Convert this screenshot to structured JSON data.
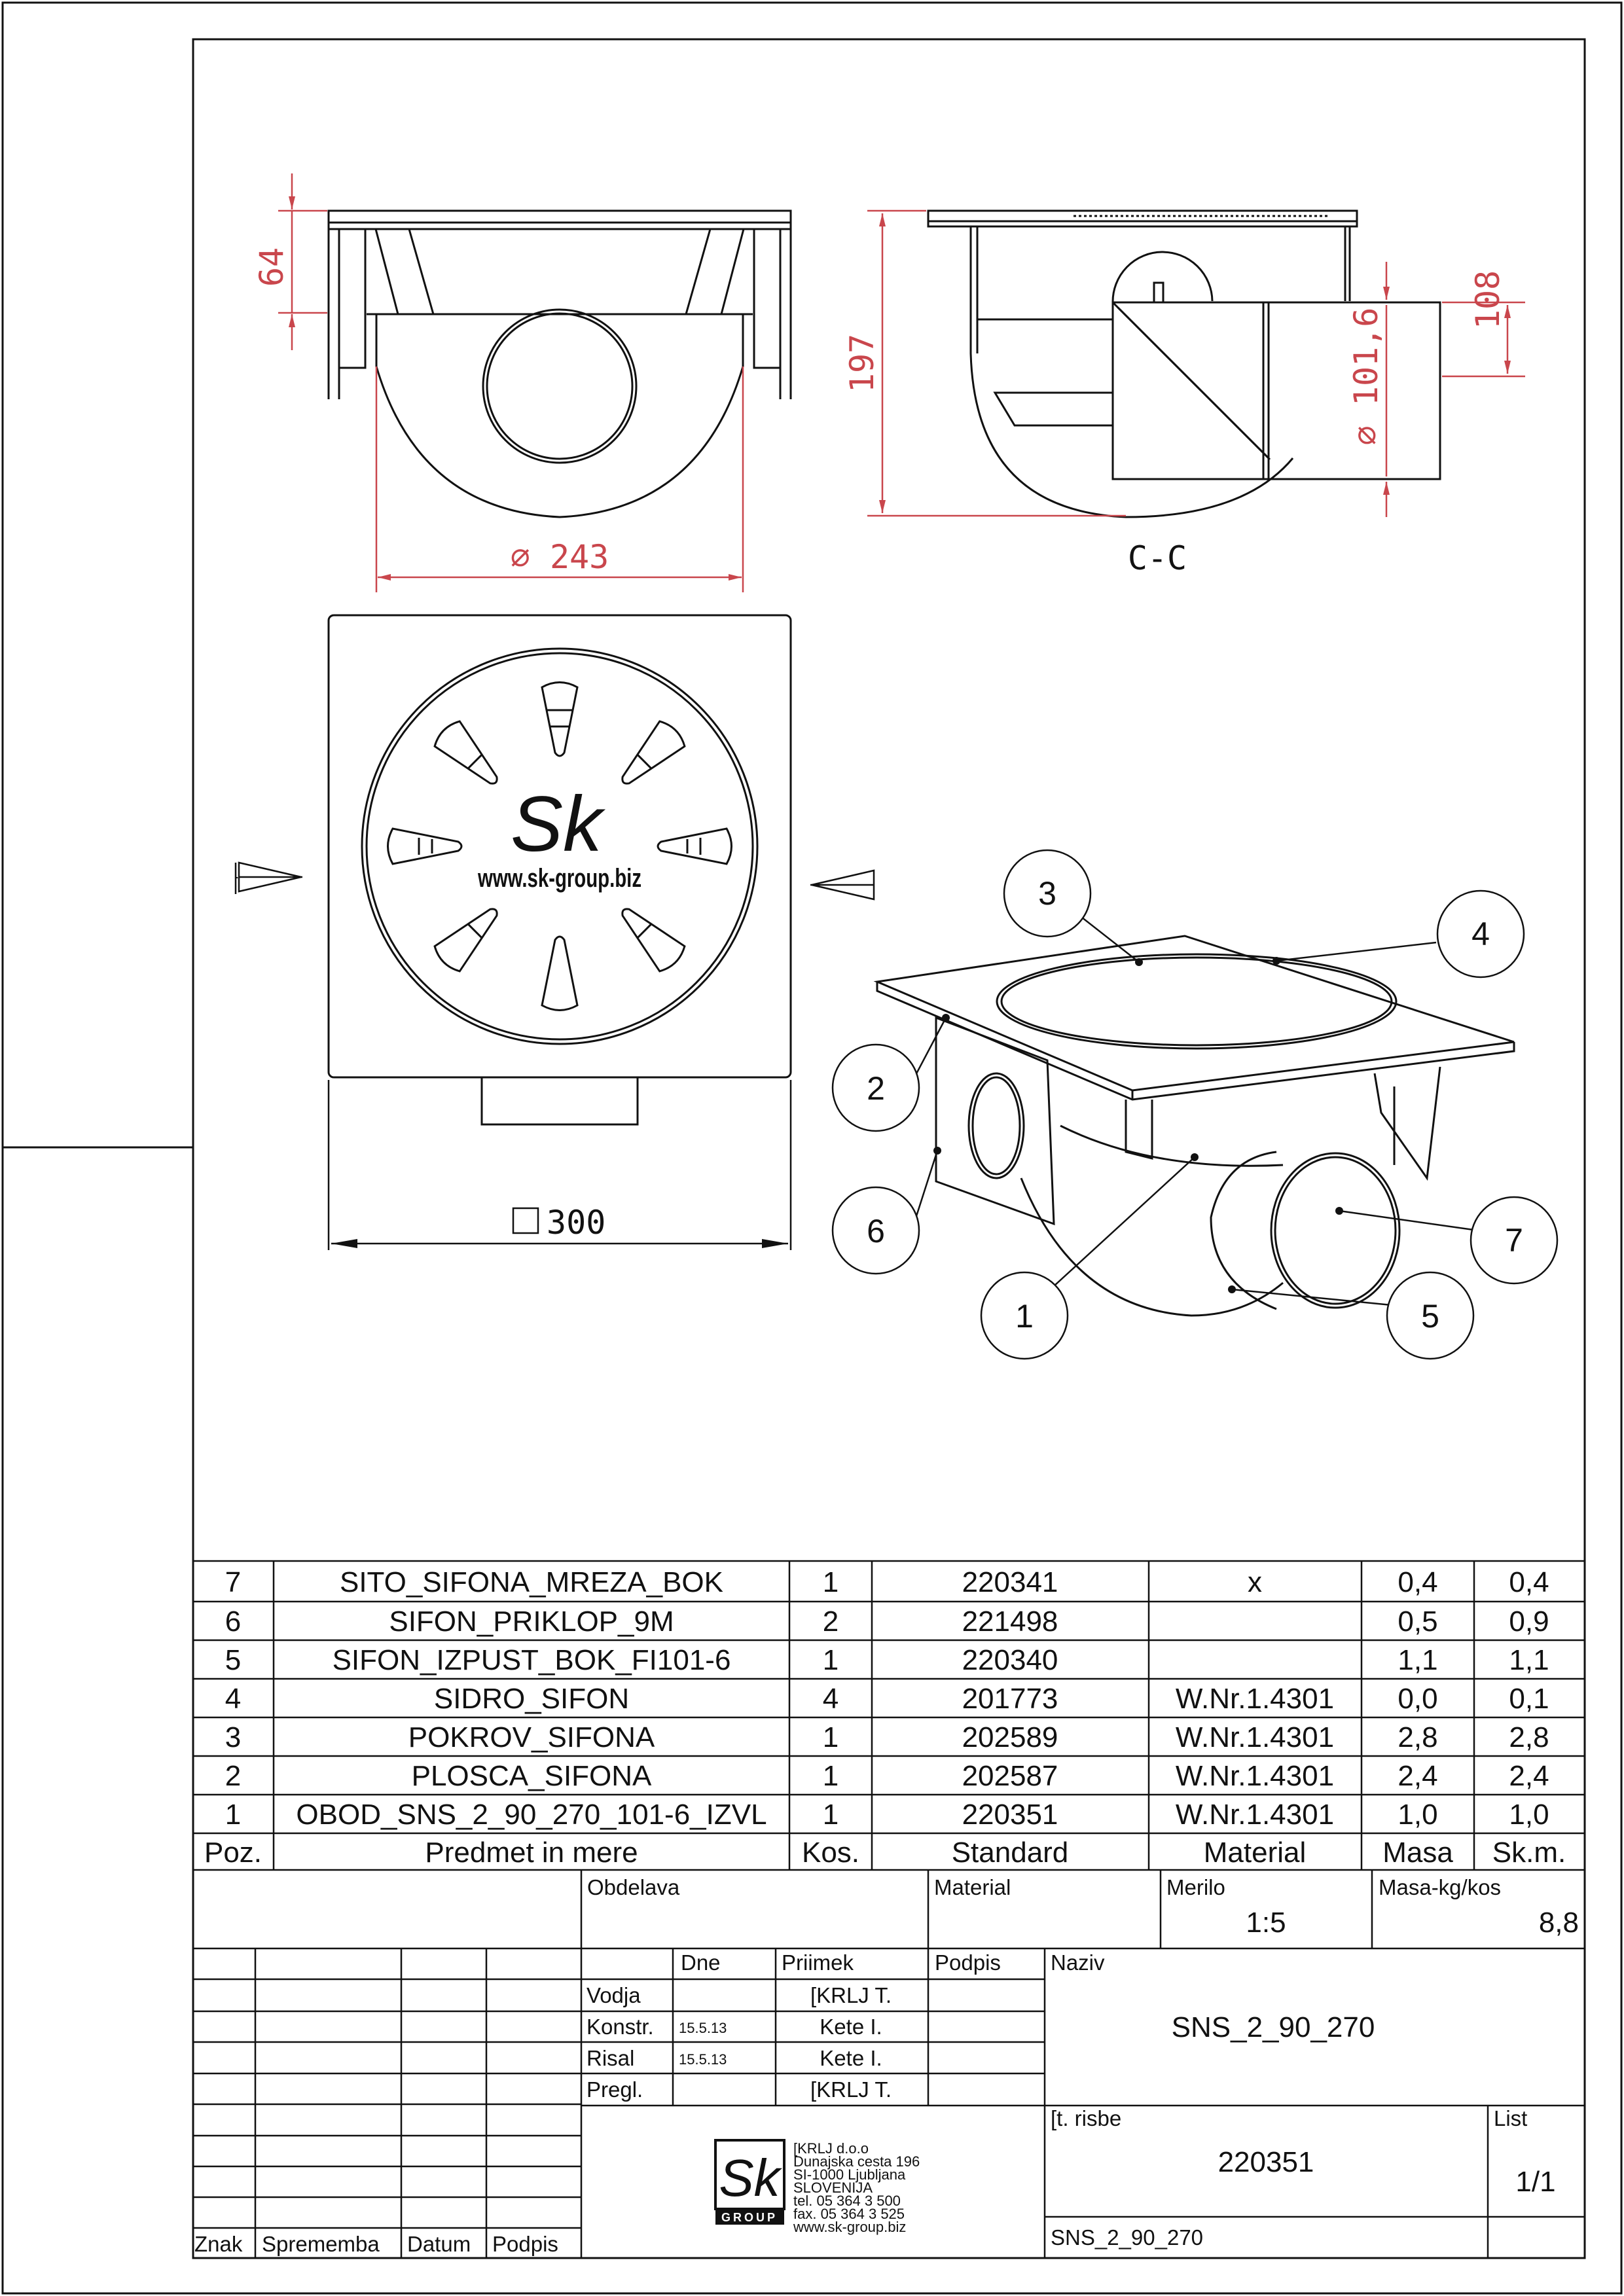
{
  "colors": {
    "dimension": "#c9464c",
    "line": "#111111",
    "paper": "#ffffff"
  },
  "drawing": {
    "dims": {
      "d64": "64",
      "d243": "∅ 243",
      "d197": "197",
      "d108": "108",
      "d101": "∅ 101,6",
      "d300": "300",
      "sq_symbol": "square-symbol"
    },
    "section_label": "C-C",
    "grate_logo": "Sk",
    "grate_url": "www.sk-group.biz",
    "callouts": [
      "1",
      "2",
      "3",
      "4",
      "5",
      "6",
      "7"
    ]
  },
  "parts_list": {
    "headers": [
      "Poz.",
      "Predmet in mere",
      "Kos.",
      "Standard",
      "Material",
      "Masa",
      "Sk.m."
    ],
    "rows": [
      [
        "7",
        "SITO_SIFONA_MREZA_BOK",
        "1",
        "220341",
        "x",
        "0,4",
        "0,4"
      ],
      [
        "6",
        "SIFON_PRIKLOP_9M",
        "2",
        "221498",
        "",
        "0,5",
        "0,9"
      ],
      [
        "5",
        "SIFON_IZPUST_BOK_FI101-6",
        "1",
        "220340",
        "",
        "1,1",
        "1,1"
      ],
      [
        "4",
        "SIDRO_SIFON",
        "4",
        "201773",
        "W.Nr.1.4301",
        "0,0",
        "0,1"
      ],
      [
        "3",
        "POKROV_SIFONA",
        "1",
        "202589",
        "W.Nr.1.4301",
        "2,8",
        "2,8"
      ],
      [
        "2",
        "PLOSCA_SIFONA",
        "1",
        "202587",
        "W.Nr.1.4301",
        "2,4",
        "2,4"
      ],
      [
        "1",
        "OBOD_SNS_2_90_270_101-6_IZVL",
        "1",
        "220351",
        "W.Nr.1.4301",
        "1,0",
        "1,0"
      ]
    ]
  },
  "title_block": {
    "obdelava_label": "Obdelava",
    "material_label": "Material",
    "merilo_label": "Merilo",
    "merilo_value": "1:5",
    "masa_label": "Masa-kg/kos",
    "masa_value": "8,8",
    "col_dne": "Dne",
    "col_priimek": "Priimek",
    "col_podpis": "Podpis",
    "naziv_label": "Naziv",
    "naziv_value": "SNS_2_90_270",
    "sign_rows": [
      {
        "role": "Vodja",
        "date": "",
        "name": "[KRLJ T."
      },
      {
        "role": "Konstr.",
        "date": "15.5.13",
        "name": "Kete I."
      },
      {
        "role": "Risal",
        "date": "15.5.13",
        "name": "Kete I."
      },
      {
        "role": "Pregl.",
        "date": "",
        "name": "[KRLJ T."
      }
    ],
    "revision_headers": [
      "Znak",
      "Sprememba",
      "Datum",
      "Podpis"
    ],
    "company": {
      "logo_text": "Sk",
      "logo_sub": "GROUP",
      "lines": [
        "[KRLJ d.o.o",
        "Dunajska cesta 196",
        "SI-1000 Ljubljana",
        "SLOVENIJA",
        "tel. 05 364 3 500",
        "fax. 05 364 3 525",
        "www.sk-group.biz"
      ]
    },
    "risba_label": "[t. risbe",
    "risba_value": "220351",
    "risba_name": "SNS_2_90_270",
    "list_label": "List",
    "list_value": "1/1"
  }
}
